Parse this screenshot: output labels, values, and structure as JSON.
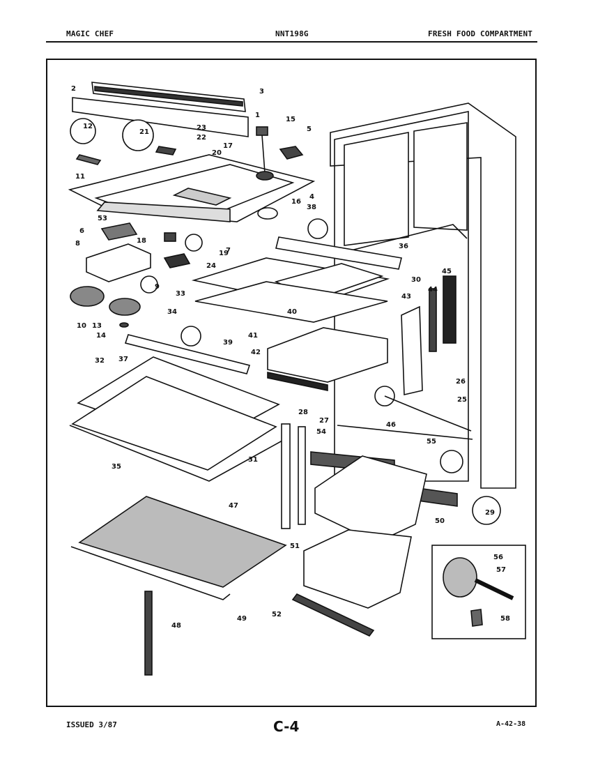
{
  "header": {
    "brand": "MAGIC CHEF",
    "model": "NNT198G",
    "section": "FRESH FOOD COMPARTMENT"
  },
  "footer": {
    "issued": "ISSUED 3/87",
    "page": "C-4",
    "code": "A-42-38"
  },
  "callouts": [
    "1",
    "2",
    "3",
    "4",
    "5",
    "6",
    "7",
    "8",
    "9",
    "10",
    "11",
    "12",
    "13",
    "14",
    "15",
    "16",
    "17",
    "18",
    "19",
    "20",
    "21",
    "22",
    "23",
    "24",
    "25",
    "26",
    "27",
    "28",
    "29",
    "30",
    "31",
    "32",
    "33",
    "34",
    "35",
    "36",
    "37",
    "38",
    "39",
    "40",
    "41",
    "42",
    "43",
    "44",
    "45",
    "46",
    "47",
    "48",
    "49",
    "50",
    "51",
    "52",
    "53",
    "54",
    "55",
    "56",
    "57",
    "58"
  ]
}
